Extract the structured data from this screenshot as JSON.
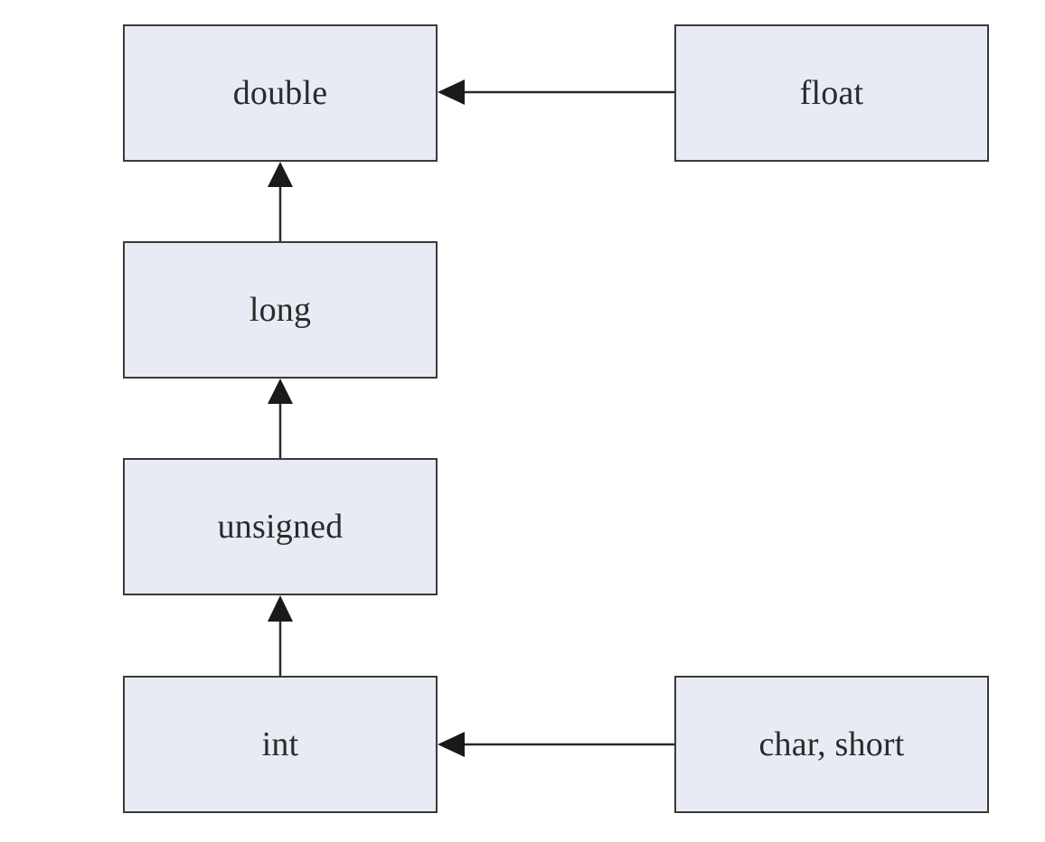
{
  "diagram": {
    "nodes": {
      "double": {
        "label": "double"
      },
      "float": {
        "label": "float"
      },
      "long": {
        "label": "long"
      },
      "unsigned": {
        "label": "unsigned"
      },
      "int": {
        "label": "int"
      },
      "char_short": {
        "label": "char, short"
      }
    },
    "edges": [
      {
        "from": "float",
        "to": "double"
      },
      {
        "from": "long",
        "to": "double"
      },
      {
        "from": "unsigned",
        "to": "long"
      },
      {
        "from": "int",
        "to": "unsigned"
      },
      {
        "from": "char_short",
        "to": "int"
      }
    ],
    "colors": {
      "node_fill": "#e9ebf4",
      "node_border": "#3a3a3a",
      "arrow": "#2a2a2a",
      "text": "#2a2a2a"
    }
  }
}
